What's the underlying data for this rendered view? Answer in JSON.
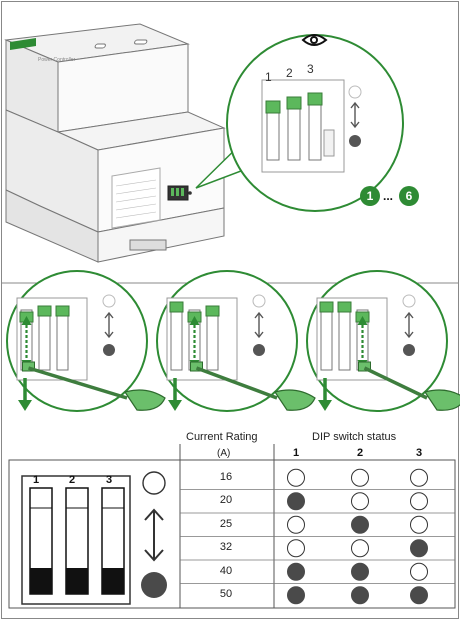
{
  "device": {
    "label": "Power Controller",
    "view_icon": "eye-icon"
  },
  "zoom": {
    "switch_numbers": [
      "1",
      "2",
      "3"
    ],
    "range_start": "1",
    "range_sep": "...",
    "range_end": "6"
  },
  "table": {
    "header_rating": "Current Rating",
    "header_unit": "(A)",
    "header_status": "DIP switch status",
    "columns": [
      "1",
      "2",
      "3"
    ],
    "switch_labels": [
      "1",
      "2",
      "3"
    ],
    "rows": [
      {
        "rating": "16",
        "states": [
          "off",
          "off",
          "off"
        ]
      },
      {
        "rating": "20",
        "states": [
          "on",
          "off",
          "off"
        ]
      },
      {
        "rating": "25",
        "states": [
          "off",
          "on",
          "off"
        ]
      },
      {
        "rating": "32",
        "states": [
          "off",
          "off",
          "on"
        ]
      },
      {
        "rating": "40",
        "states": [
          "on",
          "on",
          "off"
        ]
      },
      {
        "rating": "50",
        "states": [
          "on",
          "on",
          "on"
        ]
      }
    ]
  },
  "colors": {
    "accent_green": "#2e8b34",
    "switch_green": "#5cb85c",
    "on_fill": "#4a4a4a",
    "line": "#555555"
  }
}
